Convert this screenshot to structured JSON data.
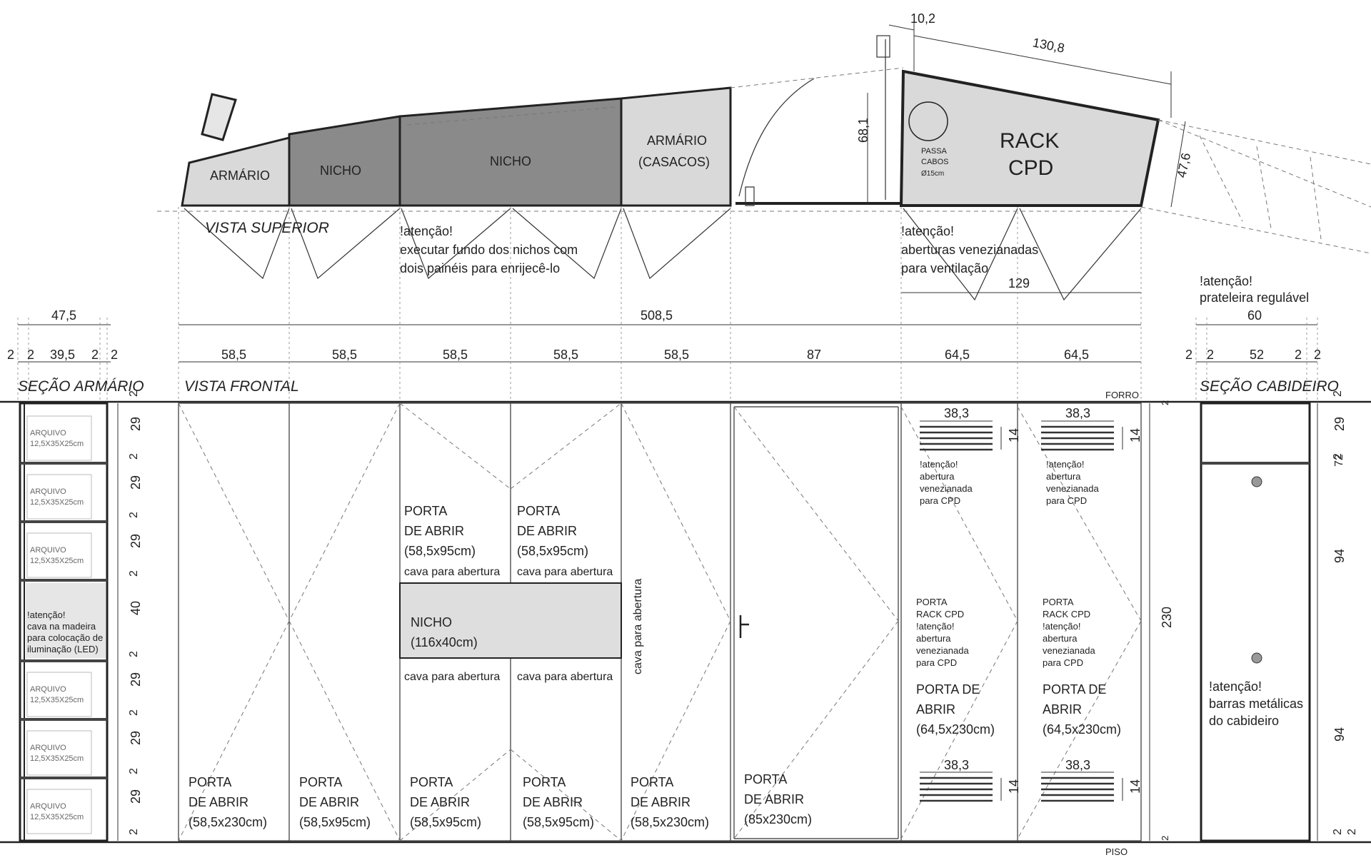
{
  "top_view": {
    "title": "VISTA SUPERIOR",
    "armario": "ARMÁRIO",
    "nicho1": "NICHO",
    "nicho2": "NICHO",
    "armario_casacos_1": "ARMÁRIO",
    "armario_casacos_2": "(CASACOS)",
    "rack_1": "RACK",
    "rack_2": "CPD",
    "passa_1": "PASSA",
    "passa_2": "CABOS",
    "passa_3": "Ø15cm",
    "note1_1": "!atenção!",
    "note1_2": "executar fundo dos nichos com",
    "note1_3": "dois painéis para enrijecê-lo",
    "note2_1": "!atenção!",
    "note2_2": "aberturas venezianadas",
    "note2_3": "para ventilação",
    "dim_10_2": "10,2",
    "dim_130_8": "130,8",
    "dim_68_1": "68,1",
    "dim_47_6": "47,6",
    "dim_129": "129"
  },
  "dims_top": {
    "total": "508,5",
    "cols": [
      "58,5",
      "58,5",
      "58,5",
      "58,5",
      "58,5",
      "87",
      "64,5",
      "64,5"
    ],
    "left_total": "47,5",
    "left_parts": [
      "2",
      "2",
      "39,5",
      "2",
      "2"
    ],
    "right_total": "60",
    "right_parts": [
      "2",
      "2",
      "52",
      "2",
      "2"
    ],
    "right_note_1": "!atenção!",
    "right_note_2": "prateleira regulável"
  },
  "front_view": {
    "title": "VISTA FRONTAL",
    "forro": "FORRO",
    "piso": "PISO",
    "height": "230",
    "right_height_top": "2",
    "right_height_bottom": "2",
    "door1": [
      "PORTA",
      "DE ABRIR",
      "(58,5x230cm)"
    ],
    "door2": [
      "PORTA",
      "DE ABRIR",
      "(58,5x95cm)"
    ],
    "door3_top": [
      "PORTA",
      "DE ABRIR",
      "(58,5x95cm)"
    ],
    "door4_top": [
      "PORTA",
      "DE ABRIR",
      "(58,5x95cm)"
    ],
    "door3_bot": [
      "PORTA",
      "DE ABRIR",
      "(58,5x95cm)"
    ],
    "door4_bot": [
      "PORTA",
      "DE ABRIR",
      "(58,5x95cm)"
    ],
    "door5": [
      "PORTA",
      "DE ABRIR",
      "(58,5x230cm)"
    ],
    "door6": [
      "PORTA",
      "DE ABRIR",
      "(85x230cm)"
    ],
    "cava": "cava para abertura",
    "cava_vertical": "cava para abertura",
    "nicho": [
      "NICHO",
      "(116x40cm)"
    ],
    "rack_door_small": [
      "PORTA",
      "RACK CPD",
      "!atenção!",
      "abertura",
      "venezianada",
      "para CPD"
    ],
    "rack_door_big": [
      "PORTA DE",
      "ABRIR",
      "(64,5x230cm)"
    ],
    "vent_note": [
      "!atenção!",
      "abertura",
      "venezianada",
      "para CPD"
    ],
    "vent_w": "38,3",
    "vent_h": "14"
  },
  "section_armario": {
    "title": "SEÇÃO ARMÁRIO",
    "arquivo": "ARQUIVO",
    "arquivo_dim": "12,5X35X25cm",
    "note": [
      "!atenção!",
      "cava na madeira",
      "para colocação de",
      "iluminação (LED)"
    ],
    "heights": [
      "2",
      "29",
      "2",
      "29",
      "2",
      "29",
      "2",
      "40",
      "2",
      "29",
      "2",
      "29",
      "2",
      "29",
      "2"
    ]
  },
  "section_cabideiro": {
    "title": "SEÇÃO CABIDEIRO",
    "note": [
      "!atenção!",
      "barras metálicas",
      "do cabideiro"
    ],
    "heights": [
      "2",
      "29",
      "2",
      "72",
      "94",
      "94",
      "2",
      "2"
    ]
  }
}
